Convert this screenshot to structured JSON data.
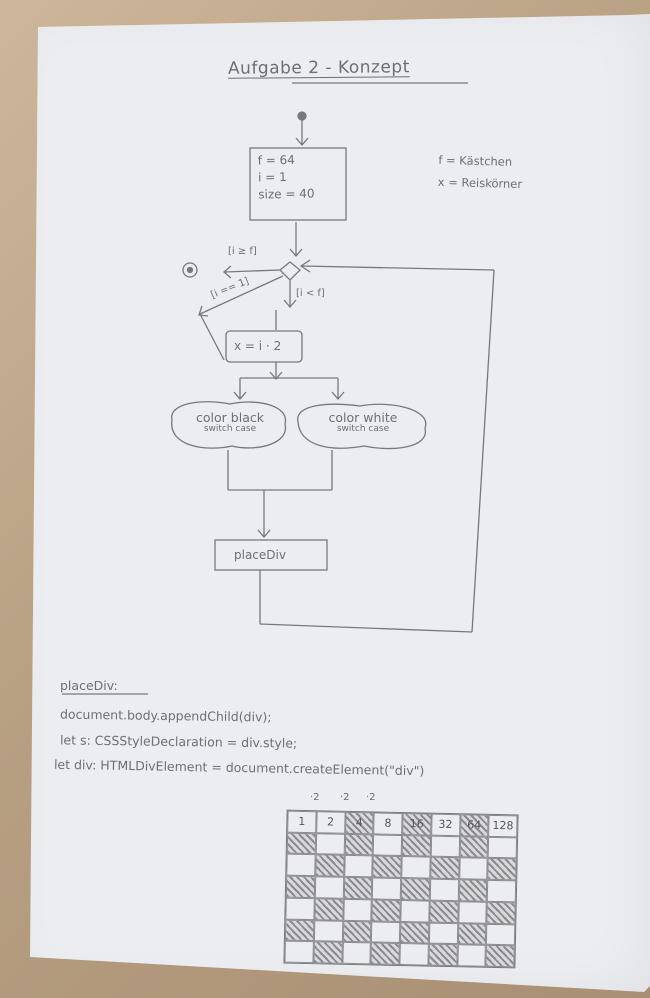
{
  "title": "Aufgabe 2 - Konzept",
  "init_box": {
    "line1": "f = 64",
    "line2": "i = 1",
    "line3": "size = 40"
  },
  "legend": {
    "line1": "f = Kästchen",
    "line2": "x = Reiskörner"
  },
  "conditions": {
    "end": "[i ≥ f]",
    "first": "[i == 1]",
    "loop": "[i < f]"
  },
  "calc_box": "x = i · 2",
  "color_black": {
    "label": "color black",
    "sub": "switch case"
  },
  "color_white": {
    "label": "color white",
    "sub": "switch case"
  },
  "place_box": "placeDiv",
  "code": {
    "heading": "placeDiv:",
    "line1": "document.body.appendChild(div);",
    "line2": "let s: CSSStyleDeclaration = div.style;",
    "line3": "let div: HTMLDivElement = document.createElement(\"div\")"
  },
  "table": {
    "header": [
      "1",
      "2",
      "4",
      "8",
      "16",
      "32",
      "64",
      "128"
    ],
    "multipliers": [
      "·2",
      "·2",
      "·2"
    ]
  }
}
